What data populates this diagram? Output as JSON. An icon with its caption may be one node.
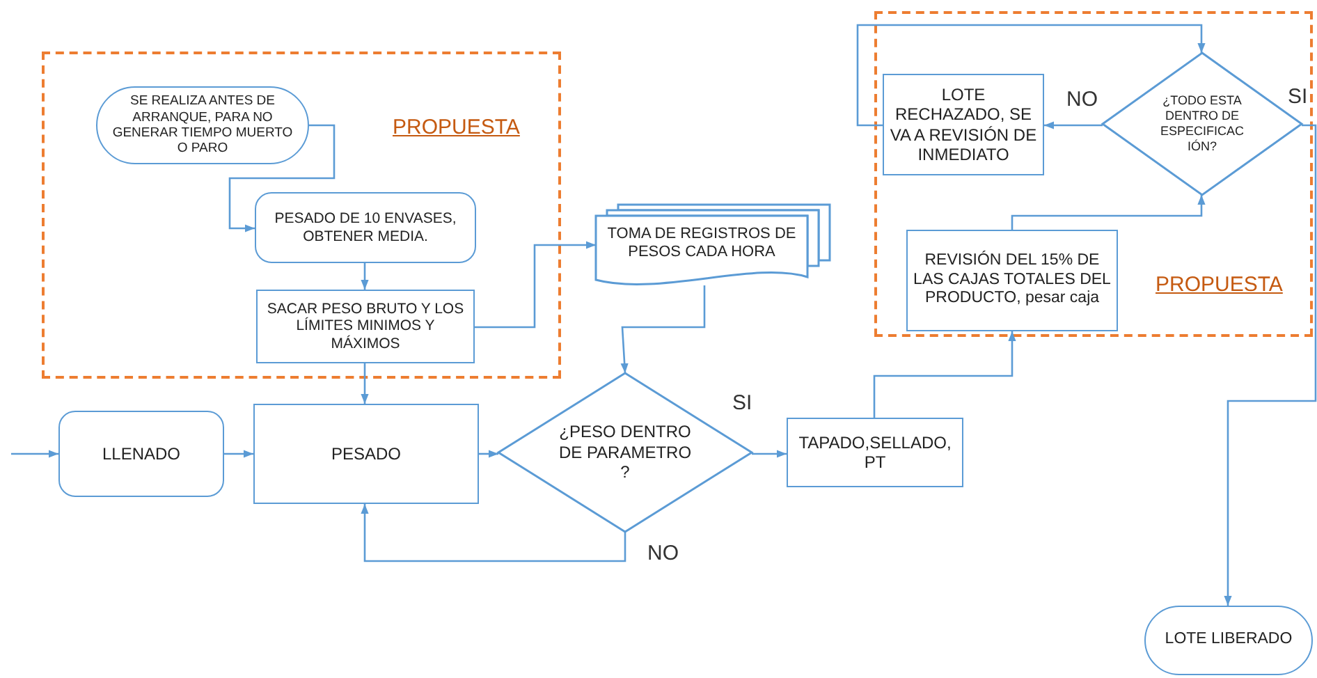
{
  "diagram": {
    "nodes": [
      {
        "text": [
          "PROPUESTA"
        ]
      },
      {
        "text": [
          "SE REALIZA ANTES DE ARRANQUE, PARA NO GENERAR TIEMPO MUERTO O PARO"
        ],
        "in": 0
      },
      {
        "text": [
          "PESADO DE 10 ENVASES, OBTENER MEDIA."
        ],
        "in": 0
      },
      {
        "text": [
          "SACAR PESO BRUTO Y LOS LÍMITES MINIMOS Y MÁXIMOS"
        ],
        "in": 0
      },
      {
        "text": [
          "TOMA DE REGISTROS DE PESOS CADA HORA"
        ]
      },
      {
        "text": [
          "LLENADO"
        ]
      },
      {
        "text": [
          "PESADO"
        ]
      },
      {
        "text": [
          "¿PESO DENTRO DE PARAMETRO ?"
        ]
      },
      {
        "text": [
          "TAPADO,SELLADO, PT"
        ]
      },
      {
        "text": [
          "PROPUESTA"
        ]
      },
      {
        "text": [
          "LOTE RECHAZADO, SE VA A REVISIÓN DE INMEDIATO"
        ],
        "in": 9
      },
      {
        "text": [
          "¿TODO ESTA DENTRO DE ESPECIFICAC IÓN?"
        ],
        "in": 9
      },
      {
        "text": [
          "REVISIÓN DEL 15% DE LAS CAJAS TOTALES DEL PRODUCTO, pesar caja"
        ],
        "in": 9
      },
      {
        "text": [
          "LOTE LIBERADO"
        ]
      }
    ],
    "edges": [
      {
        "from": null,
        "to": 5,
        "arrow": "to"
      },
      {
        "from": 5,
        "to": 6,
        "arrow": "to"
      },
      {
        "from": 1,
        "to": 2,
        "arrow": "to"
      },
      {
        "from": 2,
        "to": 3,
        "arrow": "to"
      },
      {
        "from": 3,
        "to": 6,
        "arrow": "to"
      },
      {
        "from": 3,
        "to": 4,
        "arrow": "to"
      },
      {
        "from": 4,
        "to": 7,
        "arrow": "to"
      },
      {
        "from": 6,
        "to": 7,
        "arrow": "to"
      },
      {
        "from": 7,
        "to": 8,
        "arrow": "to",
        "label": "SI"
      },
      {
        "from": 7,
        "to": 6,
        "arrow": "to",
        "label": "NO"
      },
      {
        "from": 8,
        "to": 12,
        "arrow": "to"
      },
      {
        "from": 12,
        "to": 11,
        "arrow": "to"
      },
      {
        "from": 11,
        "to": 10,
        "arrow": "to",
        "label": "NO"
      },
      {
        "from": 10,
        "to": 11,
        "arrow": "to"
      },
      {
        "from": 11,
        "to": 13,
        "arrow": "to",
        "label": "SI"
      }
    ]
  }
}
